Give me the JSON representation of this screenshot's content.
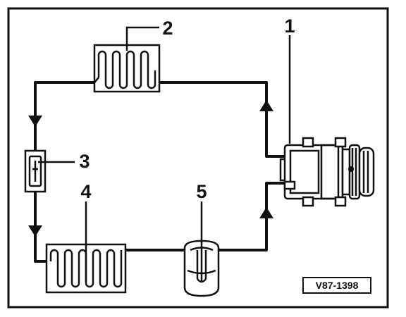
{
  "components": [
    {
      "id": "1",
      "label": "1"
    },
    {
      "id": "2",
      "label": "2"
    },
    {
      "id": "3",
      "label": "3"
    },
    {
      "id": "4",
      "label": "4"
    },
    {
      "id": "5",
      "label": "5"
    }
  ],
  "reference_code": "V87-1398"
}
